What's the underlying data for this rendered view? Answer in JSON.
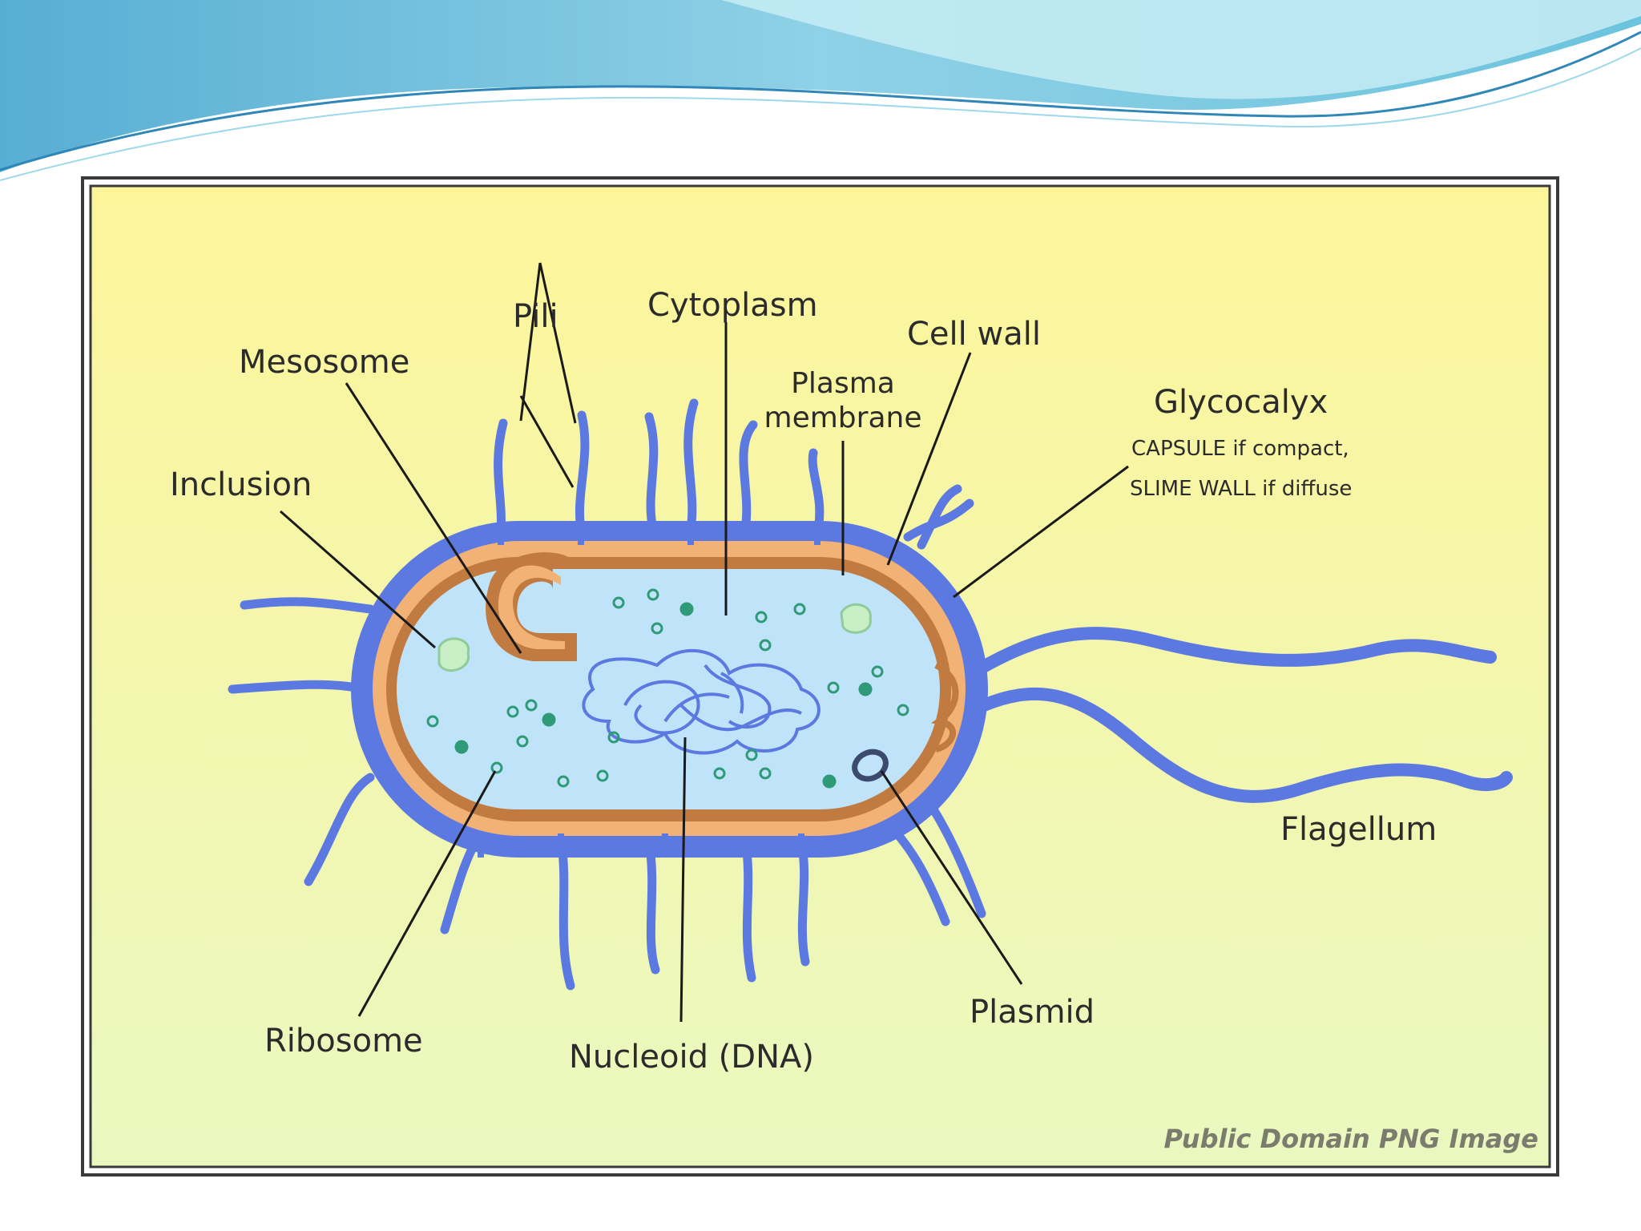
{
  "diagram": {
    "labels": {
      "pili": "Pili",
      "cytoplasm": "Cytoplasm",
      "mesosome": "Mesosome",
      "cell_wall": "Cell wall",
      "plasma_membrane_line1": "Plasma",
      "plasma_membrane_line2": "membrane",
      "glycocalyx": "Glycocalyx",
      "glycocalyx_note1": "CAPSULE if compact,",
      "glycocalyx_note2": "SLIME WALL if diffuse",
      "inclusion": "Inclusion",
      "flagellum": "Flagellum",
      "plasmid": "Plasmid",
      "ribosome": "Ribosome",
      "nucleoid": "Nucleoid (DNA)"
    },
    "credit": "Public Domain PNG Image"
  },
  "colors": {
    "wave_dark": "#5fb3d6",
    "wave_light": "#a9e1ee",
    "panel_top": "#fdf59a",
    "panel_bottom": "#eaf8c0",
    "capsule": "#5b79e0",
    "cell_wall": "#f2b175",
    "membrane": "#c17a40",
    "cytoplasm": "#bfe3f8",
    "ribosome": "#2f9a78",
    "inclusion": "#c8efc6"
  }
}
